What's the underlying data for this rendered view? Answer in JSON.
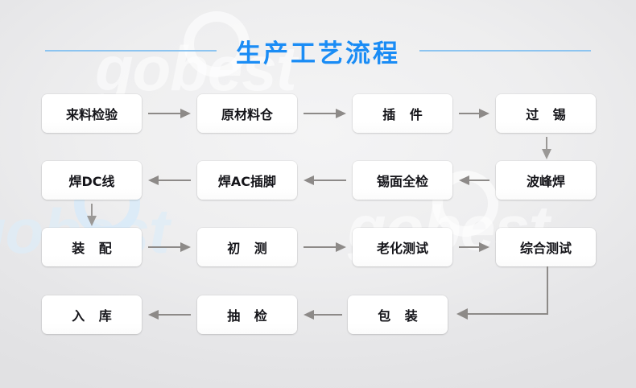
{
  "header": {
    "title": "生产工艺流程",
    "accent_color": "#1a8cf5",
    "rule_color": "#8cc4f0"
  },
  "canvas": {
    "background_color": "#e3e3e5",
    "node_fill": "#ffffff",
    "connector_color": "#8d8a88",
    "watermark_text": "gobest"
  },
  "flow": {
    "rows": [
      {
        "direction": "right",
        "nodes": [
          {
            "label": "来料检验",
            "spaced": false
          },
          {
            "label": "原材料仓",
            "spaced": false
          },
          {
            "label": "插 件",
            "spaced": true
          },
          {
            "label": "过 锡",
            "spaced": true
          }
        ]
      },
      {
        "direction": "left",
        "nodes": [
          {
            "label": "焊DC线",
            "spaced": false
          },
          {
            "label": "焊AC插脚",
            "spaced": false
          },
          {
            "label": "锡面全检",
            "spaced": false
          },
          {
            "label": "波峰焊",
            "spaced": false
          }
        ]
      },
      {
        "direction": "right",
        "nodes": [
          {
            "label": "装 配",
            "spaced": true
          },
          {
            "label": "初 测",
            "spaced": true
          },
          {
            "label": "老化测试",
            "spaced": false
          },
          {
            "label": "综合测试",
            "spaced": false
          }
        ]
      },
      {
        "direction": "left",
        "nodes": [
          {
            "label": "入 库",
            "spaced": true
          },
          {
            "label": "抽 检",
            "spaced": true
          },
          {
            "label": "包 装",
            "spaced": true
          }
        ]
      }
    ],
    "connectors": [
      {
        "kind": "arrow-right",
        "from": "来料检验",
        "to": "原材料仓"
      },
      {
        "kind": "arrow-right",
        "from": "原材料仓",
        "to": "插 件"
      },
      {
        "kind": "arrow-right",
        "from": "插 件",
        "to": "过 锡"
      },
      {
        "kind": "arrow-down",
        "from": "过 锡",
        "to": "波峰焊"
      },
      {
        "kind": "arrow-left",
        "from": "波峰焊",
        "to": "锡面全检"
      },
      {
        "kind": "arrow-left",
        "from": "锡面全检",
        "to": "焊AC插脚"
      },
      {
        "kind": "arrow-left",
        "from": "焊AC插脚",
        "to": "焊DC线"
      },
      {
        "kind": "arrow-down",
        "from": "焊DC线",
        "to": "装 配"
      },
      {
        "kind": "arrow-right",
        "from": "装 配",
        "to": "初 测"
      },
      {
        "kind": "arrow-right",
        "from": "初 测",
        "to": "老化测试"
      },
      {
        "kind": "arrow-right",
        "from": "老化测试",
        "to": "综合测试"
      },
      {
        "kind": "elbow-down-left",
        "from": "综合测试",
        "to": "包 装"
      },
      {
        "kind": "arrow-left",
        "from": "包 装",
        "to": "抽 检"
      },
      {
        "kind": "arrow-left",
        "from": "抽 检",
        "to": "入 库"
      }
    ]
  }
}
